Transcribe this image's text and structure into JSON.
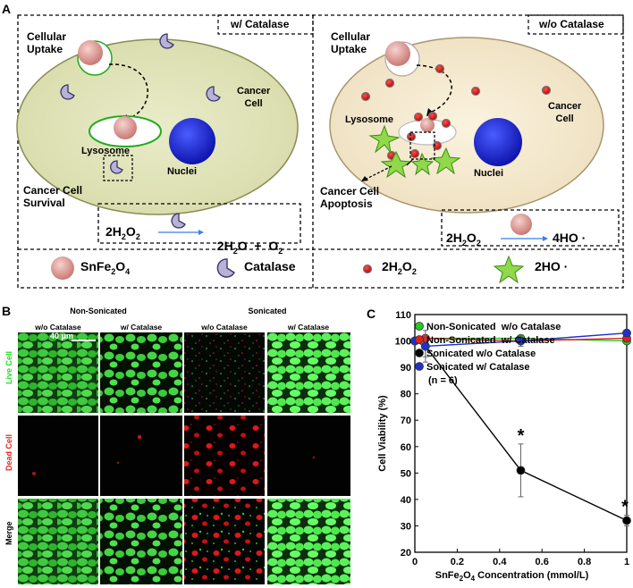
{
  "panel_labels": {
    "a": "A",
    "b": "B",
    "c": "C"
  },
  "schematic": {
    "left": {
      "header": "w/ Catalase",
      "uptake_line1": "Cellular",
      "uptake_line2": "Uptake",
      "cancer_line1": "Cancer",
      "cancer_line2": "Cell",
      "lysosome": "Lysosome",
      "nuclei": "Nuclei",
      "outcome_line1": "Cancer Cell",
      "outcome_line2": "Survival",
      "equation": {
        "lhs": "2H",
        "lhs_sub": "2",
        "lhs_mid": "O",
        "lhs_sub2": "2",
        "rhs": "2H",
        "rhs_sub": "2",
        "rhs_mid": "O  +  O",
        "rhs_sub2": "2"
      }
    },
    "right": {
      "header": "w/o Catalase",
      "uptake_line1": "Cellular",
      "uptake_line2": "Uptake",
      "cancer_line1": "Cancer",
      "cancer_line2": "Cell",
      "lysosome": "Lysosome",
      "nuclei": "Nuclei",
      "outcome_line1": "Cancer Cell",
      "outcome_line2": "Apoptosis",
      "equation": {
        "lhs": "2H",
        "lhs_sub": "2",
        "lhs_mid": "O",
        "lhs_sub2": "2",
        "rhs": "4HO ·"
      }
    },
    "legend": {
      "snfe_main": "SnFe",
      "snfe_sub": "2",
      "snfe_end": "O",
      "snfe_sub2": "4",
      "catalase": "Catalase",
      "h2o2_main": "2H",
      "h2o2_sub": "2",
      "h2o2_mid": "O",
      "h2o2_sub2": "2",
      "ho": "2HO ·"
    }
  },
  "microscopy": {
    "group_non": "Non-Sonicated",
    "group_son": "Sonicated",
    "columns": [
      "w/o Catalase",
      "w/ Catalase",
      "w/o Catalase",
      "w/ Catalase"
    ],
    "rows": [
      "Live Cell",
      "Dead Cell",
      "Merge"
    ],
    "scale_bar": "40 μm"
  },
  "chart_data": {
    "type": "line",
    "xlabel_main": "SnFe",
    "xlabel_sub": "2",
    "xlabel_mid": "O",
    "xlabel_sub2": "4",
    "xlabel_end": " Concentration (mmol/L)",
    "ylabel": "Cell Viability (%)",
    "xlim": [
      0,
      1
    ],
    "ylim": [
      20,
      110
    ],
    "xticks": [
      0,
      0.2,
      0.4,
      0.6,
      0.8,
      1
    ],
    "xtick_labels": [
      "0",
      "0.2",
      "0.4",
      "0.6",
      "0.8",
      "1"
    ],
    "yticks": [
      20,
      30,
      40,
      50,
      60,
      70,
      80,
      90,
      100,
      110
    ],
    "ytick_labels": [
      "20",
      "30",
      "40",
      "50",
      "60",
      "70",
      "80",
      "90",
      "100",
      "110"
    ],
    "annotation_n": "(n = 6)",
    "significance": "*",
    "series": [
      {
        "name": "Non-Sonicated  w/o Catalase",
        "color": "#22cc22",
        "x": [
          0,
          0.05,
          0.5,
          1
        ],
        "y": [
          100,
          101,
          101,
          100
        ],
        "err": [
          0,
          1,
          1,
          1
        ]
      },
      {
        "name": "Non-Sonicated  w/ Catalase",
        "color": "#e02020",
        "x": [
          0,
          0.05,
          0.5,
          1
        ],
        "y": [
          100,
          101,
          100,
          101
        ],
        "err": [
          0,
          1,
          1,
          1
        ]
      },
      {
        "name": "Sonicated w/o Catalase",
        "color": "#000000",
        "x": [
          0,
          0.05,
          0.5,
          1
        ],
        "y": [
          100,
          98,
          51,
          32
        ],
        "err": [
          0,
          4,
          10,
          2
        ]
      },
      {
        "name": "Sonicated w/ Catalase",
        "color": "#2030d0",
        "x": [
          0,
          0.05,
          0.5,
          1
        ],
        "y": [
          100,
          98,
          100,
          103
        ],
        "err": [
          0,
          6,
          2,
          1
        ]
      }
    ]
  }
}
